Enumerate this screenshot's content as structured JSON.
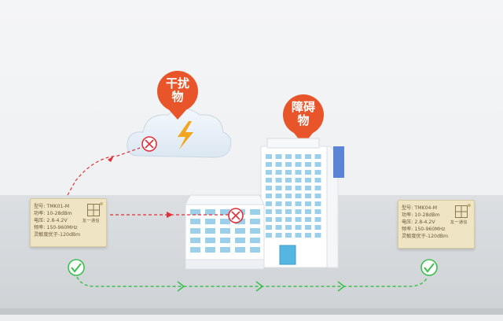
{
  "pins": {
    "interference": {
      "line1": "干扰",
      "line2": "物"
    },
    "obstacle": {
      "line1": "障碍",
      "line2": "物"
    }
  },
  "module_left": {
    "lines": [
      "型号: TMK01-M",
      "功率: 10-28dBm",
      "电压: 2.8-4.2V",
      "频率: 150-960MHz",
      "灵敏度优于-120dBm"
    ],
    "brand": "友一通信"
  },
  "module_right": {
    "lines": [
      "型号: TMK04-M",
      "功率: 10-28dBm",
      "电压: 2.8-4.2V",
      "频率: 150-960MHz",
      "灵敏度优于-120dBm"
    ],
    "brand": "友一通信"
  },
  "colors": {
    "pin": "#e8552a",
    "blocked_path": "#e0303a",
    "clear_path": "#3cbf50",
    "building": "#eaeef2",
    "window": "#9cd0ea",
    "cloud": "#e7f0f8",
    "lightning": "#f2a51e",
    "floor": "#d6d9dc"
  }
}
